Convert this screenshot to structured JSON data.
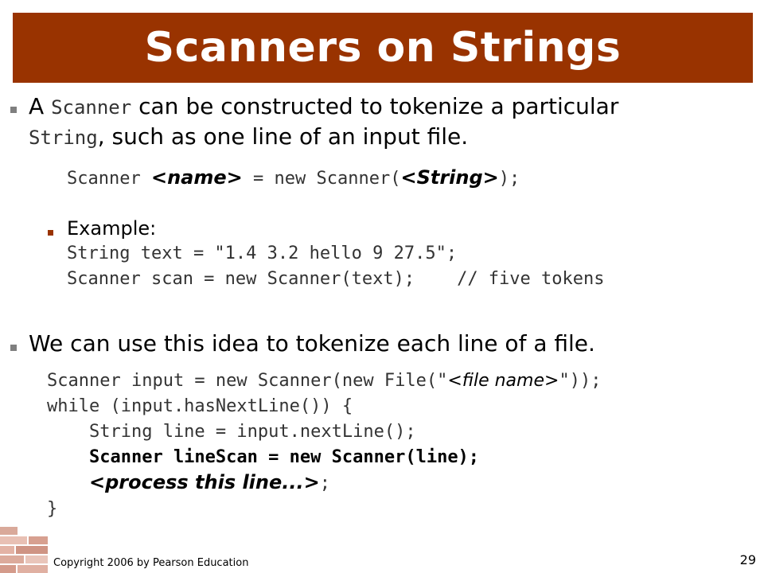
{
  "slide": {
    "title": "Scanners on Strings",
    "bullet1": {
      "text_a": "A ",
      "code_a": "Scanner",
      "text_b": " can be constructed to tokenize a particular",
      "code_b": "String",
      "text_c": ", such as one line of an input file."
    },
    "syntax": {
      "pre": "Scanner ",
      "name": "<name>",
      "mid": " = new Scanner(",
      "string": "<String>",
      "post": ");"
    },
    "example": {
      "label": "Example:",
      "line1": "String text = \"1.4 3.2 hello 9 27.5\";",
      "line2": "Scanner scan = new Scanner(text);    // five tokens"
    },
    "bullet2": {
      "text": "We can use this idea to tokenize each line of a file."
    },
    "code": {
      "line1_pre": "Scanner input = new Scanner(new File(\"",
      "line1_file": "<file name>",
      "line1_post": "\"));",
      "line2": "while (input.hasNextLine()) {",
      "line3": "    String line = input.nextLine();",
      "line4": "    Scanner lineScan = new Scanner(line);",
      "line5_pre": "    ",
      "line5_process": "<process this line...>",
      "line5_post": ";",
      "line6": "}"
    },
    "footer": {
      "copyright": "Copyright 2006 by Pearson Education",
      "page_number": "29"
    }
  }
}
